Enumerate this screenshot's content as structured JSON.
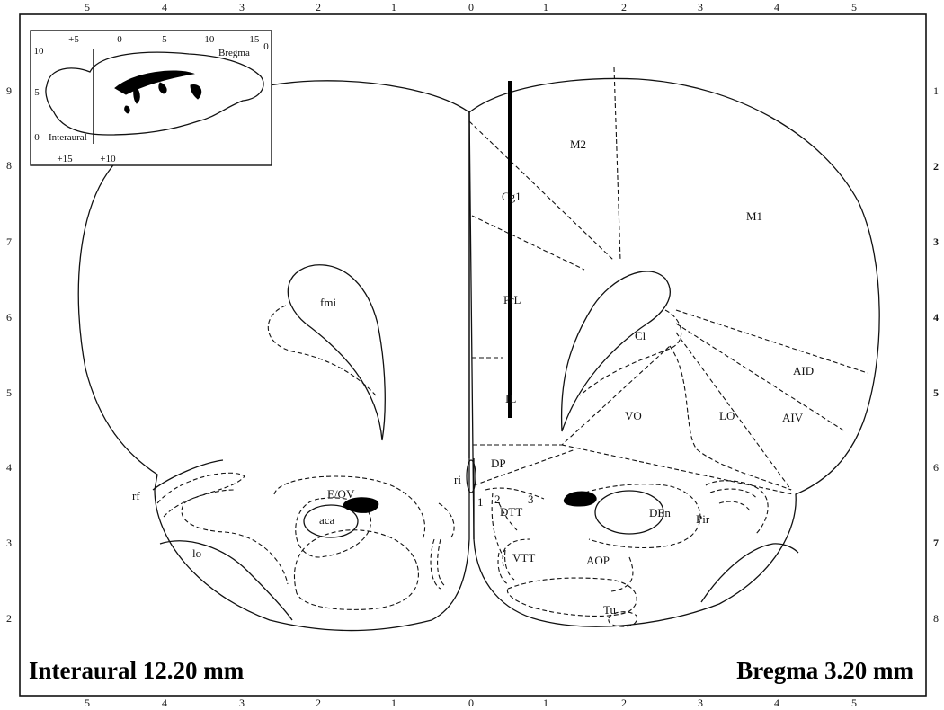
{
  "footer": {
    "left": "Interaural 12.20 mm",
    "right": "Bregma 3.20 mm"
  },
  "axes": {
    "top": [
      "5",
      "4",
      "3",
      "2",
      "1",
      "0",
      "1",
      "2",
      "3",
      "4",
      "5"
    ],
    "bottom": [
      "5",
      "4",
      "3",
      "2",
      "1",
      "0",
      "1",
      "2",
      "3",
      "4",
      "5"
    ],
    "left": [
      "9",
      "8",
      "7",
      "6",
      "5",
      "4",
      "3",
      "2"
    ],
    "right": [
      "1",
      "2",
      "3",
      "4",
      "5",
      "6",
      "7",
      "8"
    ]
  },
  "inset": {
    "top_ticks": [
      "+5",
      "0",
      "-5",
      "-10",
      "-15"
    ],
    "bottom_ticks": [
      "+15",
      "+10"
    ],
    "left_ticks": [
      "10",
      "5",
      "0"
    ],
    "right_tick": "0",
    "bregma_label": "Bregma",
    "interaural_label": "Interaural"
  },
  "regions": {
    "m2": "M2",
    "m1": "M1",
    "cg1": "Cg1",
    "prl": "PrL",
    "il": "IL",
    "fmi": "fmi",
    "cl": "Cl",
    "aid": "AID",
    "aiv": "AIV",
    "lo": "LO",
    "vo": "VO",
    "dp": "DP",
    "ri": "ri",
    "rf": "rf",
    "eov": "E/OV",
    "aca": "aca",
    "lo_left": "lo",
    "dtt": "DTT",
    "vtt": "VTT",
    "aop": "AOP",
    "den": "DEn",
    "pir": "Pir",
    "tu": "Tu",
    "n1": "1",
    "n2": "2",
    "n3": "3"
  }
}
